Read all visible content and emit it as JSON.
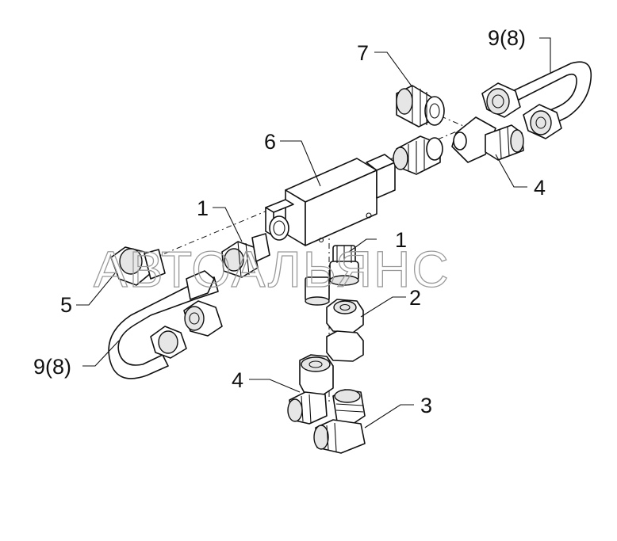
{
  "labels": {
    "block": "6",
    "adapter_top": "7",
    "tube_top": "9(8)",
    "elbow_right": "4",
    "adapter_left": "1",
    "adapter_mid": "1",
    "adapter_left_end": "5",
    "tube_left": "9(8)",
    "nut_coupling": "2",
    "elbow_bottom": "4",
    "tee_bottom": "3"
  },
  "watermark": "АВТОАЛЬЯНС"
}
